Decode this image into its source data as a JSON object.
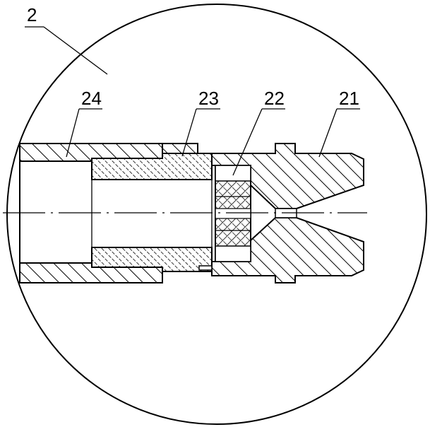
{
  "figure_label": "2",
  "callouts": [
    {
      "id": "24",
      "text": "24"
    },
    {
      "id": "23",
      "text": "23"
    },
    {
      "id": "22",
      "text": "22"
    },
    {
      "id": "21",
      "text": "21"
    }
  ],
  "colors": {
    "line": "#000000",
    "background": "#ffffff"
  }
}
